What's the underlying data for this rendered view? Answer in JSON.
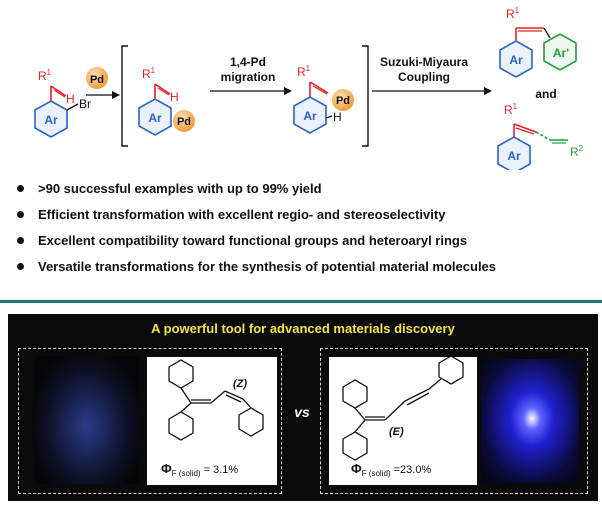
{
  "scheme": {
    "r1": "R",
    "r1_sup": "1",
    "r2": "R",
    "r2_sup": "2",
    "h_label": "H",
    "br_label": "Br",
    "ar_label": "Ar",
    "ar_prime_label": "Ar'",
    "pd_label": "Pd",
    "step1_line1": "1,4-Pd",
    "step1_line2": "migration",
    "step2_line1": "Suzuki-Miyaura",
    "step2_line2": "Coupling",
    "and_label": "and"
  },
  "bullets": [
    ">90 successful examples with up to 99% yield",
    "Efficient transformation with excellent regio- and stereoselectivity",
    "Excellent  compatibility toward functional groups and heteroaryl rings",
    "Versatile transformations for the synthesis of potential material molecules"
  ],
  "panel": {
    "title": "A powerful tool for advanced materials discovery",
    "vs_label": "vs",
    "left": {
      "isomer_label": "(Z)",
      "phi_symbol": "Φ",
      "phi_sub": "F (solid)",
      "phi_value": " = 3.1%"
    },
    "right": {
      "isomer_label": "(E)",
      "phi_symbol": "Φ",
      "phi_sub": "F (solid)",
      "phi_value": " =23.0%"
    }
  },
  "colors": {
    "red": "#e8202a",
    "ar_blue": "#2a64c8",
    "ar_green": "#22a03c",
    "pd_orange": "#f5a449",
    "title_yellow": "#f4e542",
    "separator_teal": "#1f6f73"
  }
}
